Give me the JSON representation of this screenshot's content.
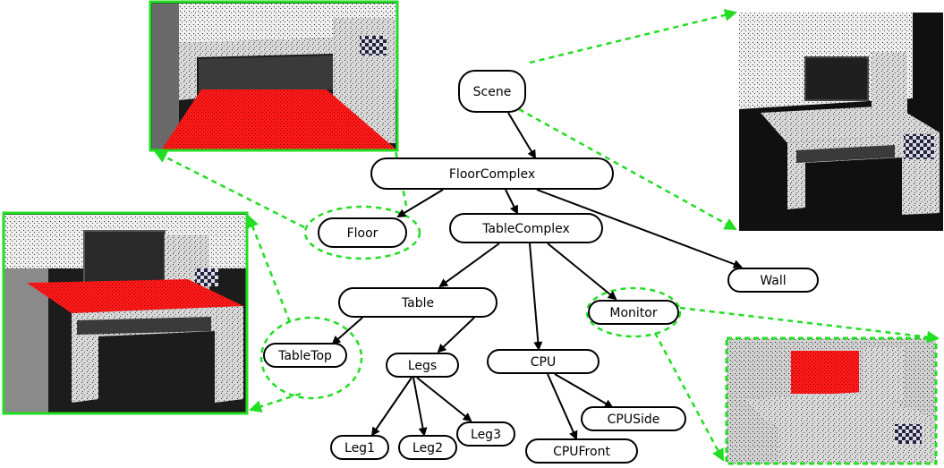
{
  "diagram": {
    "nodes": [
      {
        "id": "scene",
        "label": "Scene"
      },
      {
        "id": "floorcomplex",
        "label": "FloorComplex"
      },
      {
        "id": "floor",
        "label": "Floor"
      },
      {
        "id": "tablecomplex",
        "label": "TableComplex"
      },
      {
        "id": "wall",
        "label": "Wall"
      },
      {
        "id": "table",
        "label": "Table"
      },
      {
        "id": "monitor",
        "label": "Monitor"
      },
      {
        "id": "tabletop",
        "label": "TableTop"
      },
      {
        "id": "legs",
        "label": "Legs"
      },
      {
        "id": "cpu",
        "label": "CPU"
      },
      {
        "id": "leg1",
        "label": "Leg1"
      },
      {
        "id": "leg2",
        "label": "Leg2"
      },
      {
        "id": "leg3",
        "label": "Leg3"
      },
      {
        "id": "cpuside",
        "label": "CPUSide"
      },
      {
        "id": "cpufront",
        "label": "CPUFront"
      }
    ],
    "edges": [
      [
        "scene",
        "floorcomplex"
      ],
      [
        "floorcomplex",
        "floor"
      ],
      [
        "floorcomplex",
        "tablecomplex"
      ],
      [
        "floorcomplex",
        "wall"
      ],
      [
        "tablecomplex",
        "table"
      ],
      [
        "tablecomplex",
        "cpu"
      ],
      [
        "tablecomplex",
        "monitor"
      ],
      [
        "table",
        "tabletop"
      ],
      [
        "table",
        "legs"
      ],
      [
        "legs",
        "leg1"
      ],
      [
        "legs",
        "leg2"
      ],
      [
        "legs",
        "leg3"
      ],
      [
        "cpu",
        "cpufront"
      ],
      [
        "cpu",
        "cpuside"
      ]
    ],
    "highlight_links": [
      {
        "node": "scene",
        "image": "full-scene"
      },
      {
        "node": "floor",
        "image": "floor-highlight"
      },
      {
        "node": "tabletop",
        "image": "tabletop-highlight"
      },
      {
        "node": "monitor",
        "image": "monitor-highlight"
      }
    ],
    "colors": {
      "highlight": "#ff1a1a",
      "link": "#22dd22",
      "stroke": "#000000"
    }
  }
}
